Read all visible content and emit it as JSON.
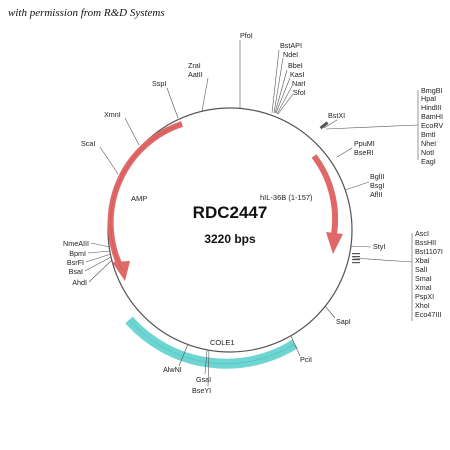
{
  "credit": "with permission from R&D Systems",
  "plasmid": {
    "name": "RDC2447",
    "size": "3220 bps"
  },
  "features": {
    "amp": "AMP",
    "insert": "hIL-36B (1-157)",
    "ori": "COLE1"
  },
  "colors": {
    "amp_arrow": "#e06868",
    "insert_arrow": "#e06868",
    "ori_arc": "#6dd6d2",
    "circle": "#555555"
  },
  "sites": [
    "PfoI",
    "BstAPI",
    "NdeI",
    "BbeI",
    "KasI",
    "NarI",
    "SfoI",
    "ZraI",
    "AatII",
    "SspI",
    "XmnI",
    "ScaI",
    "BstXI",
    "BmgBI",
    "HpaI",
    "HindIII",
    "BamHI",
    "EcoRV",
    "BmtI",
    "NheI",
    "NotI",
    "EagI",
    "PpuMI",
    "BseRI",
    "BglII",
    "BsgI",
    "AflII",
    "StyI",
    "AscI",
    "BssHII",
    "Bst1107I",
    "XbaI",
    "SalI",
    "SmaI",
    "XmaI",
    "PspXI",
    "XhoI",
    "Eco47III",
    "NmeAIII",
    "BpmI",
    "BsrFI",
    "BsaI",
    "AhdI",
    "SapI",
    "PciI",
    "AlwNI",
    "GsaI",
    "BseYI"
  ]
}
